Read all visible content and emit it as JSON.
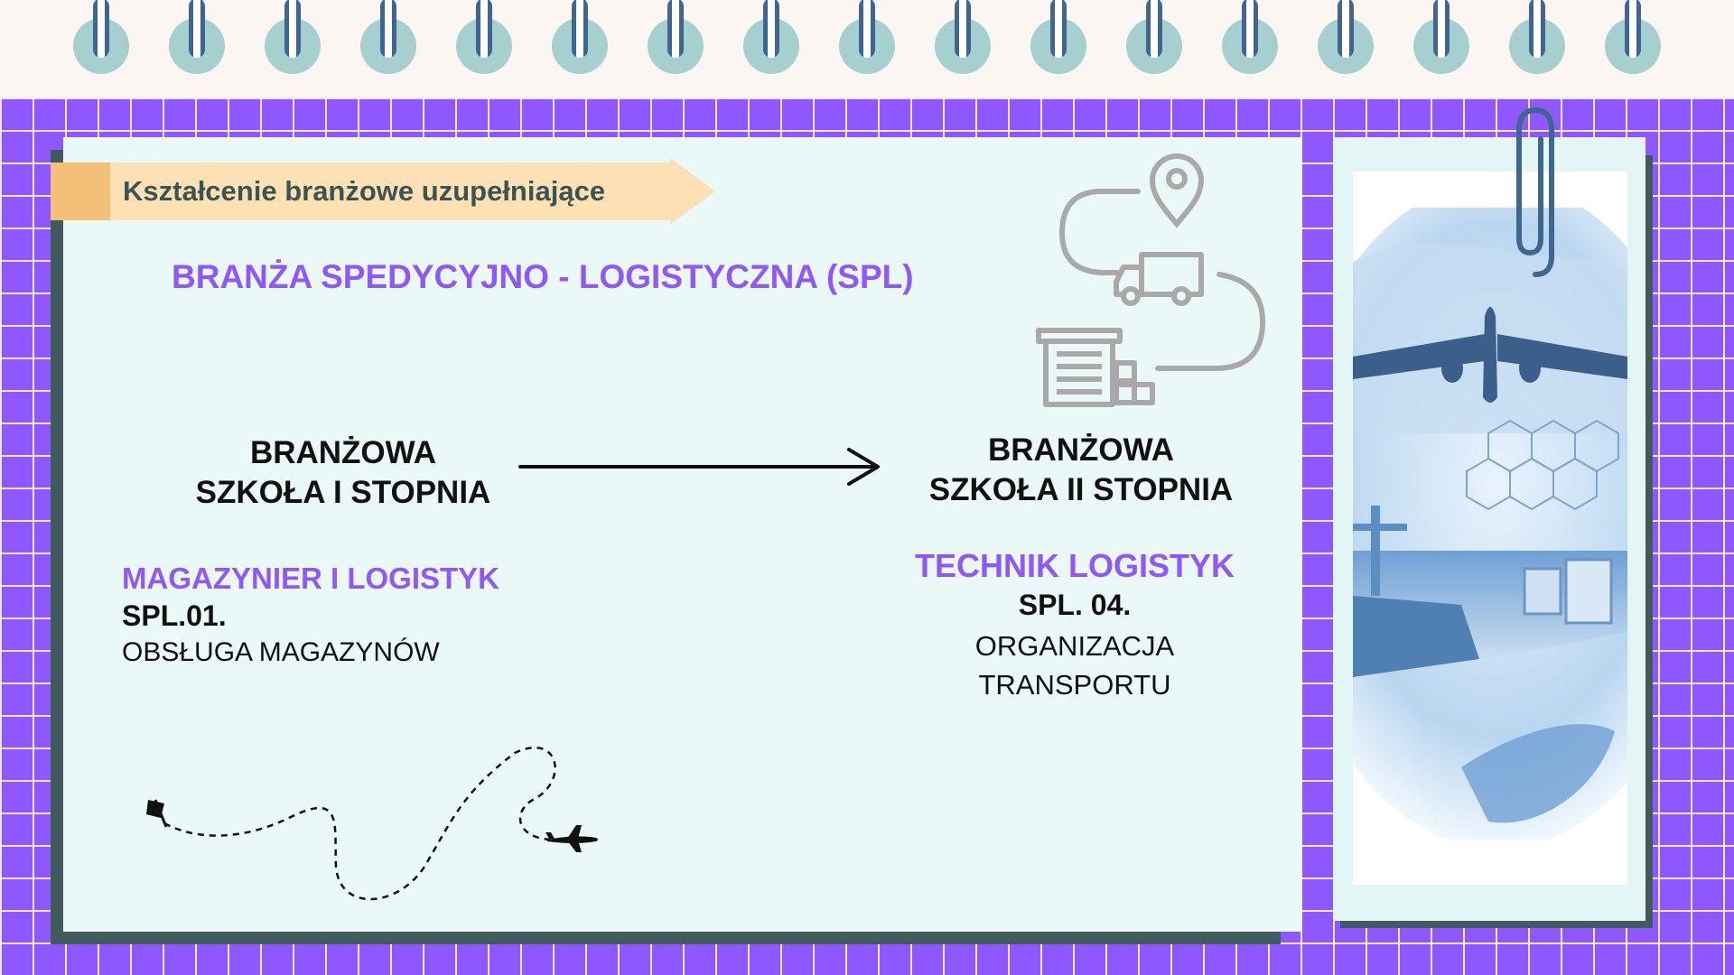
{
  "banner": {
    "text": "Kształcenie branżowe uzupełniające"
  },
  "industry_title": "BRANŻA SPEDYCYJNO - LOGISTYCZNA (SPL)",
  "left_school": {
    "line1": "BRANŻOWA",
    "line2": "SZKOŁA I STOPNIA"
  },
  "right_school": {
    "line1": "BRANŻOWA",
    "line2": "SZKOŁA II STOPNIA"
  },
  "left_profession": {
    "title": "MAGAZYNIER I LOGISTYK",
    "code": "SPL.01.",
    "qualification": "OBSŁUGA MAGAZYNÓW"
  },
  "right_profession": {
    "title": "TECHNIK LOGISTYK",
    "code": "SPL. 04.",
    "qualification_line1": "ORGANIZACJA",
    "qualification_line2": "TRANSPORTU"
  },
  "icons": [
    "location-pin-icon",
    "delivery-truck-icon",
    "warehouse-icon",
    "arrow-right-icon",
    "flag-icon",
    "airplane-icon",
    "paperclip-icon"
  ],
  "colors": {
    "accent_purple": "#8e57ff",
    "card_bg": "#eaf8f8",
    "banner_bg": "#fde1b4",
    "banner_stub": "#f3c07a",
    "shadow": "#3f5b5b",
    "ring": "#a5d0cf"
  }
}
